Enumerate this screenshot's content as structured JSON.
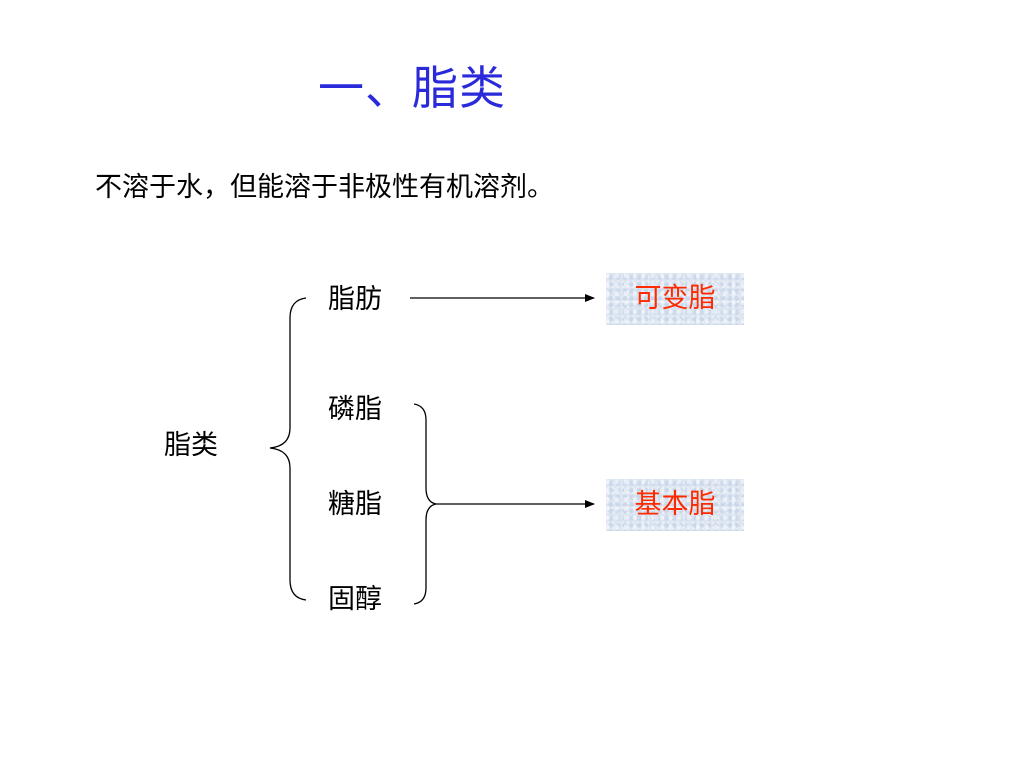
{
  "slide": {
    "title": "一、脂类",
    "description": "不溶于水，但能溶于非极性有机溶剂。"
  },
  "diagram": {
    "root_label": "脂类",
    "items": [
      "脂肪",
      "磷脂",
      "糖脂",
      "固醇"
    ],
    "categories": [
      {
        "label": "可变脂",
        "color": "#ff2a00"
      },
      {
        "label": "基本脂",
        "color": "#ff2a00"
      }
    ],
    "title_color": "#2a2adb",
    "box_color": "#dbe4f0"
  }
}
